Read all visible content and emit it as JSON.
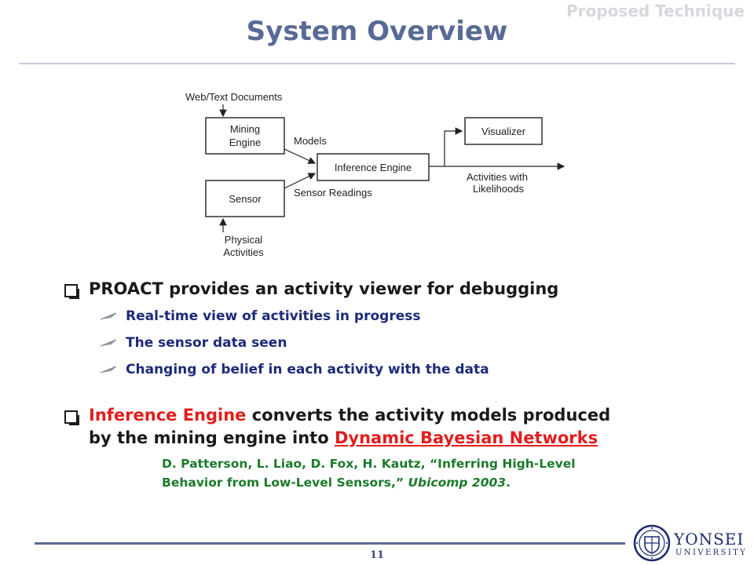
{
  "header": {
    "section": "Proposed Technique",
    "title": "System Overview"
  },
  "diagram": {
    "source_label": "Web/Text Documents",
    "mining_engine": [
      "Mining",
      "Engine"
    ],
    "sensor": "Sensor",
    "inference_engine": "Inference Engine",
    "visualizer": "Visualizer",
    "models_label": "Models",
    "sensor_readings_label": "Sensor Readings",
    "physical_activities": [
      "Physical",
      "Activities"
    ],
    "output_label": [
      "Activities with",
      "Likelihoods"
    ]
  },
  "bullets": {
    "b1": {
      "bold_lead": "PROACT",
      "text": " provides an activity viewer for debugging",
      "subs": [
        "Real-time view of activities in progress",
        "The sensor data seen",
        "Changing of belief in each activity with the data"
      ]
    },
    "b2": {
      "red_lead": "Inference Engine",
      "text": " converts the activity models produced",
      "text2": "by the mining engine into ",
      "link": "Dynamic Bayesian Networks"
    }
  },
  "reference": {
    "authors": "D. Patterson, L. Liao, D. Fox, H. Kautz, “Inferring High-Level",
    "line2": "Behavior from Low-Level Sensors,” ",
    "venue": "Ubicomp 2003",
    "end": "."
  },
  "footer": {
    "page": "11",
    "logo_word1": "YONSEI",
    "logo_word2": "UNIVERSITY"
  },
  "colors": {
    "title": "#5a6a96",
    "sub_text": "#1c2a78",
    "highlight": "#e21d1d",
    "reference": "#1c7a2b"
  }
}
